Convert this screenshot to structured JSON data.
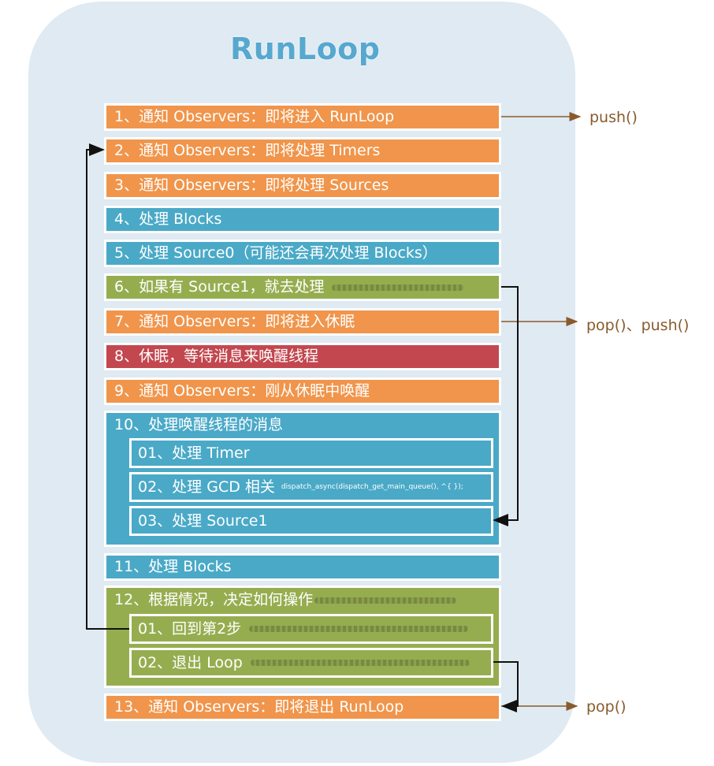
{
  "title": "RunLoop",
  "steps": {
    "s1": "1、通知 Observers：即将进入 RunLoop",
    "s2": "2、通知 Observers：即将处理 Timers",
    "s3": "3、通知 Observers：即将处理 Sources",
    "s4": "4、处理 Blocks",
    "s5": "5、处理 Source0（可能还会再次处理 Blocks）",
    "s6": "6、如果有 Source1，就去处理",
    "s7": "7、通知 Observers：即将进入休眠",
    "s8": "8、休眠，等待消息来唤醒线程",
    "s9": "9、通知 Observers：刚从休眠中唤醒",
    "s10": "10、处理唤醒线程的消息",
    "s10_1": "01、处理 Timer",
    "s10_2": "02、处理 GCD 相关",
    "s10_2_code": "dispatch_async(dispatch_get_main_queue(), ^{ });",
    "s10_3": "03、处理 Source1",
    "s11": "11、处理 Blocks",
    "s12": "12、根据情况，决定如何操作",
    "s12_1": "01、回到第2步",
    "s12_2": "02、退出 Loop",
    "s13": "13、通知 Observers：即将退出 RunLoop"
  },
  "side_labels": {
    "push": "push()",
    "pop_push": "pop()、push()",
    "pop": "pop()"
  },
  "colors": {
    "orange": "#f0954b",
    "blue": "#4aa9c7",
    "green": "#96ad4f",
    "red": "#c3474f",
    "title": "#56a8cf",
    "arrow": "#8a5a2b"
  }
}
